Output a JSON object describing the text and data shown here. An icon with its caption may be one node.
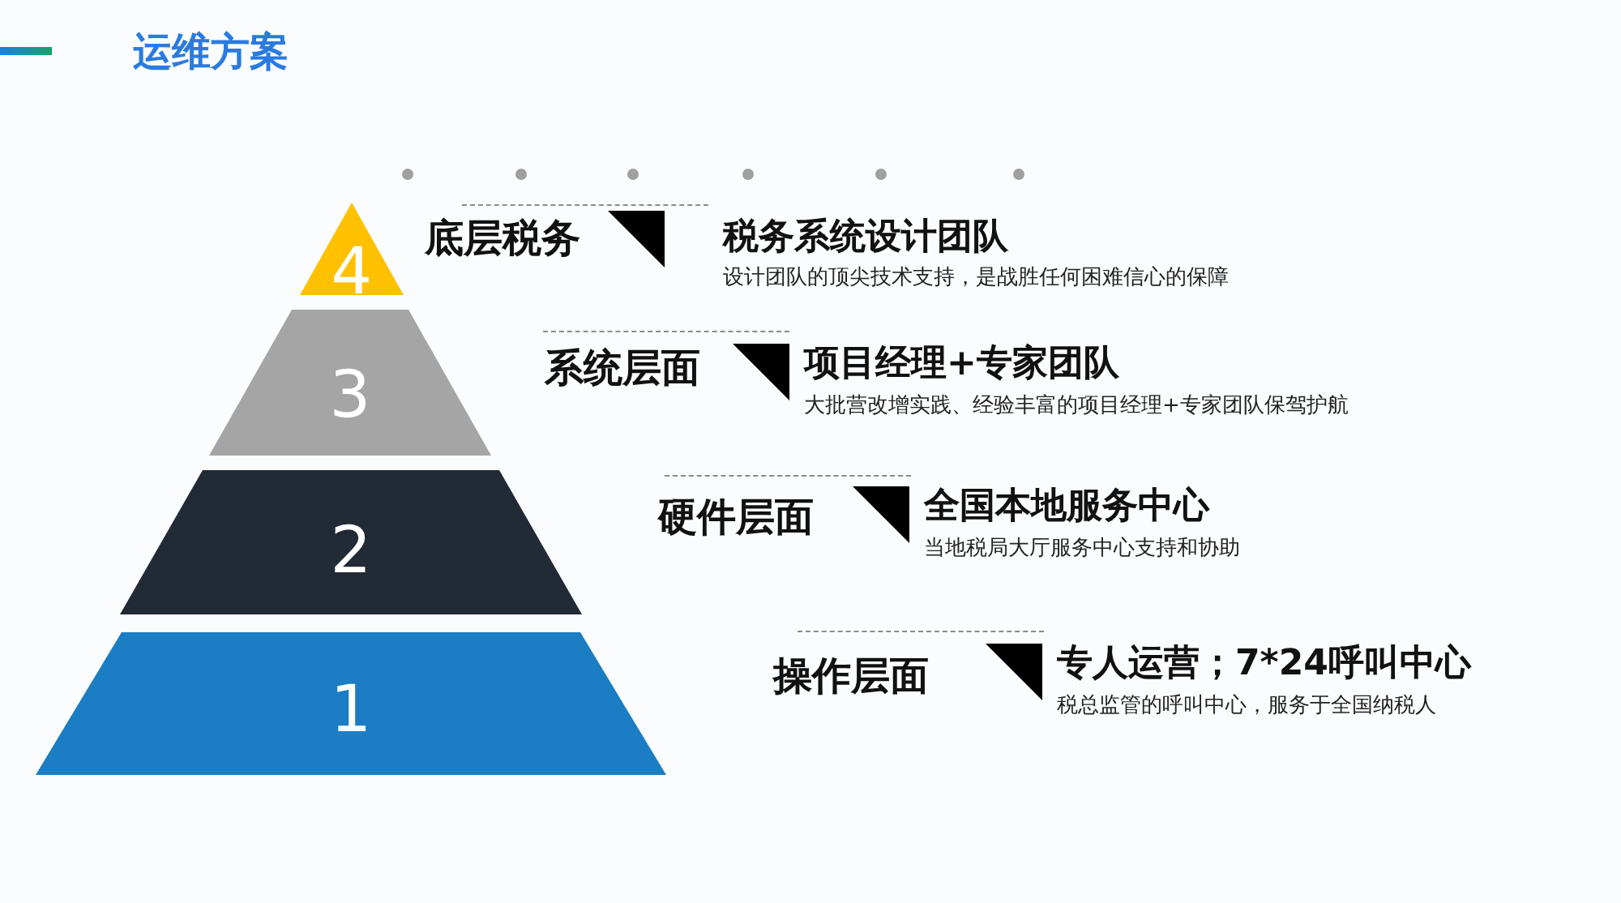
{
  "diagram": {
    "title": "运维方案",
    "nodes": [
      {
        "text": [
          "4"
        ],
        "beside": [
          "底层税务"
        ]
      },
      {
        "text": [
          "3"
        ],
        "beside": [
          "系统层面"
        ]
      },
      {
        "text": [
          "2"
        ],
        "beside": [
          "硬件层面"
        ]
      },
      {
        "text": [
          "1"
        ],
        "beside": [
          "操作层面"
        ]
      }
    ],
    "labels": [
      "税务系统设计团队",
      "设计团队的顶尖技术支持，是战胜任何困难信心的保障",
      "项目经理+专家团队",
      "大批营改增实践、经验丰富的项目经理+专家团队保驾护航",
      "全国本地服务中心",
      "当地税局大厅服务中心支持和协助",
      "专人运营；7*24呼叫中心",
      "税总监管的呼叫中心，服务于全国纳税人"
    ]
  }
}
